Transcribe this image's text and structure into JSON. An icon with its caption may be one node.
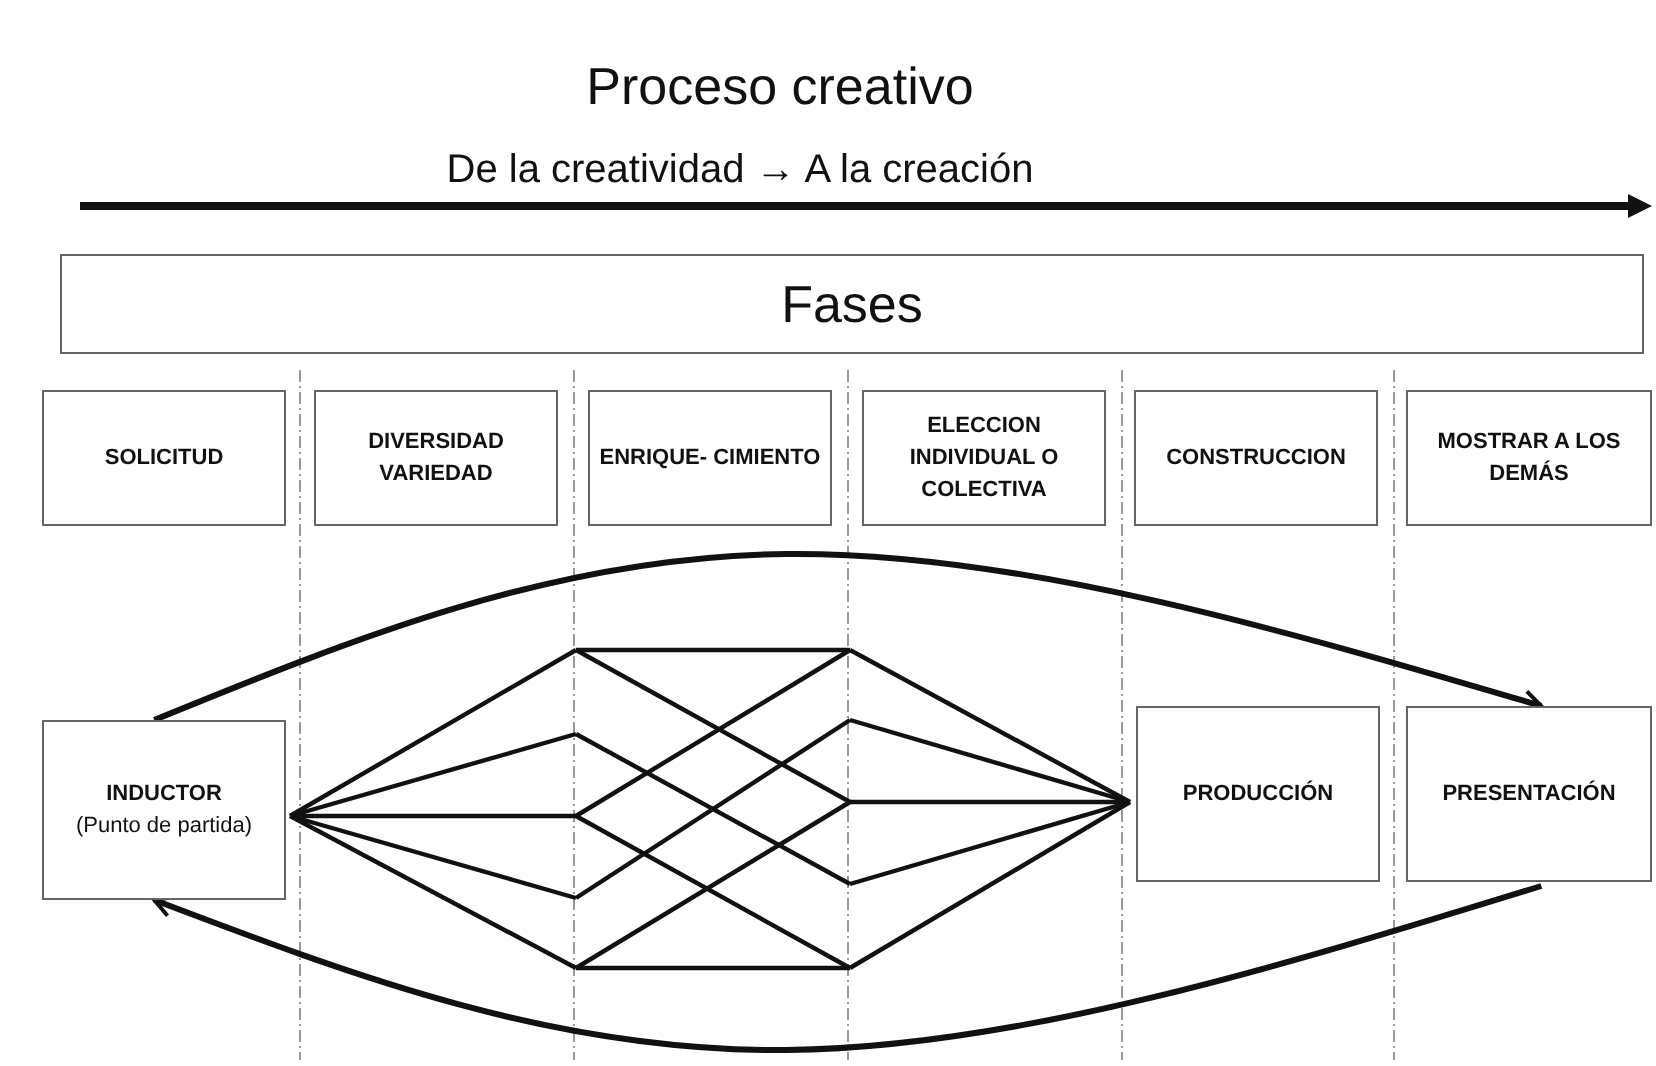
{
  "diagram": {
    "title": "Proceso creativo",
    "nodes": [
      {
        "text": [
          "Fases"
        ]
      },
      {
        "text": [
          "SOLICITUD"
        ]
      },
      {
        "text": [
          "DIVERSIDAD VARIEDAD"
        ]
      },
      {
        "text": [
          "ENRIQUE- CIMIENTO"
        ]
      },
      {
        "text": [
          "ELECCION INDIVIDUAL O COLECTIVA"
        ]
      },
      {
        "text": [
          "CONSTRUCCION"
        ]
      },
      {
        "text": [
          "MOSTRAR A LOS DEMÁS"
        ]
      },
      {
        "text": [
          "INDUCTOR",
          "(Punto de partida)"
        ]
      },
      {
        "text": [
          "PRODUCCIÓN"
        ]
      },
      {
        "text": [
          "PRESENTACIÓN"
        ]
      }
    ],
    "edges": [
      {
        "from": 7,
        "to": 9,
        "arrow": "to"
      },
      {
        "from": 9,
        "to": 7,
        "arrow": "to"
      }
    ],
    "labels": [
      "De la creatividad → A la creación"
    ]
  }
}
